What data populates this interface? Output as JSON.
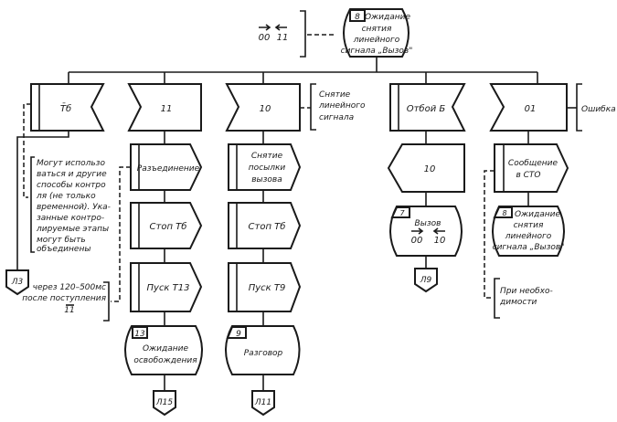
{
  "diagram": {
    "type": "SDL state transition diagram",
    "top_state": {
      "number": "8",
      "lines": [
        "Ожидание",
        "снятия",
        "линейного",
        "сигнала „Вызов\""
      ],
      "annotation": {
        "items": [
          "00",
          "11"
        ],
        "arrows": [
          "right",
          "left"
        ]
      }
    },
    "columns": [
      {
        "id": "tb",
        "input": {
          "label": "T̄б",
          "kind": "internal-input"
        },
        "connector": "Л3",
        "comment": [
          "Могут использо",
          "ваться и другие",
          "способы контро",
          "ля (не только",
          "временной). Ука-",
          "занные контро-",
          "лируемые этапы",
          "могут быть",
          "объединены"
        ]
      },
      {
        "id": "11",
        "input": {
          "label": "11",
          "kind": "external-input"
        },
        "tasks": [
          "Разъединение",
          "Стоп Тб",
          "Пуск Т13"
        ],
        "timing_comment": [
          "через 120–500мс",
          "после поступления",
          "11"
        ],
        "state": {
          "number": "13",
          "lines": [
            "Ожидание",
            "освобождения"
          ]
        },
        "connector": "Л15"
      },
      {
        "id": "10",
        "input": {
          "label": "10",
          "kind": "external-input"
        },
        "input_comment": [
          "Снятие",
          "линейного",
          "сигнала"
        ],
        "tasks": [
          [
            "Снятие",
            "посылки",
            "вызова"
          ],
          [
            "Стоп Тб"
          ],
          [
            "Пуск Т9"
          ]
        ],
        "state": {
          "number": "9",
          "lines": [
            "Разговор"
          ]
        },
        "connector": "Л11"
      },
      {
        "id": "otboi",
        "input": {
          "label": "Отбой Б",
          "kind": "internal-input"
        },
        "output": {
          "label": "10"
        },
        "state": {
          "number": "7",
          "lines": [
            "Вызов"
          ],
          "signals": [
            "00",
            "10"
          ]
        },
        "connector": "Л9"
      },
      {
        "id": "01",
        "input": {
          "label": "01",
          "kind": "external-input"
        },
        "input_comment": [
          "Ошибка"
        ],
        "tasks": [
          [
            "Сообщение",
            "в СТО"
          ]
        ],
        "state": {
          "number": "8",
          "lines": [
            "Ожидание",
            "снятия",
            "линейного",
            "сигнала „Вызов\""
          ]
        },
        "task_comment": [
          "При необхо-",
          "димости"
        ]
      }
    ]
  }
}
